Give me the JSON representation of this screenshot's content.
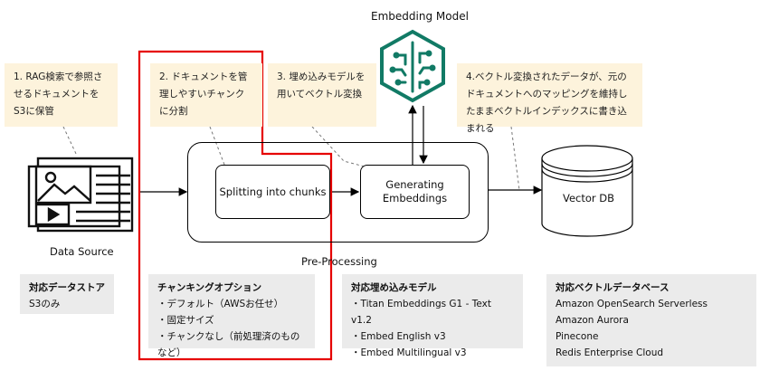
{
  "title": "Embedding Model",
  "notes": [
    {
      "text": "1. RAG検索で参照させるドキュメントをS3に保管"
    },
    {
      "text": "2. ドキュメントを管理しやすいチャンクに分割"
    },
    {
      "text": "3. 埋め込みモデルを用いてベクトル変換"
    },
    {
      "text": "4.ベクトル変換されたデータが、元のドキュメントへのマッピングを維持したままベクトルインデックスに書き込まれる"
    }
  ],
  "nodes": {
    "data_source": "Data Source",
    "splitting": "Splitting into chunks",
    "generating": "Generating\nEmbeddings",
    "vector_db": "Vector DB",
    "pre_processing": "Pre-Processing"
  },
  "info": {
    "datastore": {
      "title": "対応データストア",
      "items": [
        "S3のみ"
      ]
    },
    "chunking": {
      "title": "チャンキングオプション",
      "items": [
        "・デフォルト（AWSお任せ）",
        "・固定サイズ",
        "・チャンクなし（前処理済のものなど）"
      ]
    },
    "embedding": {
      "title": "対応埋め込みモデル",
      "items": [
        "・Titan Embeddings G1 - Text v1.2",
        "・Embed English v3",
        "・Embed Multilingual v3"
      ]
    },
    "vectordb": {
      "title": "対応ベクトルデータベース",
      "items": [
        "Amazon OpenSearch Serverless",
        "Amazon Aurora",
        "Pinecone",
        "Redis Enterprise Cloud"
      ]
    }
  },
  "colors": {
    "highlight": "#e60000",
    "note_bg": "#fdf3dc",
    "info_bg": "#ebebeb",
    "brain_icon": "#117a65"
  }
}
